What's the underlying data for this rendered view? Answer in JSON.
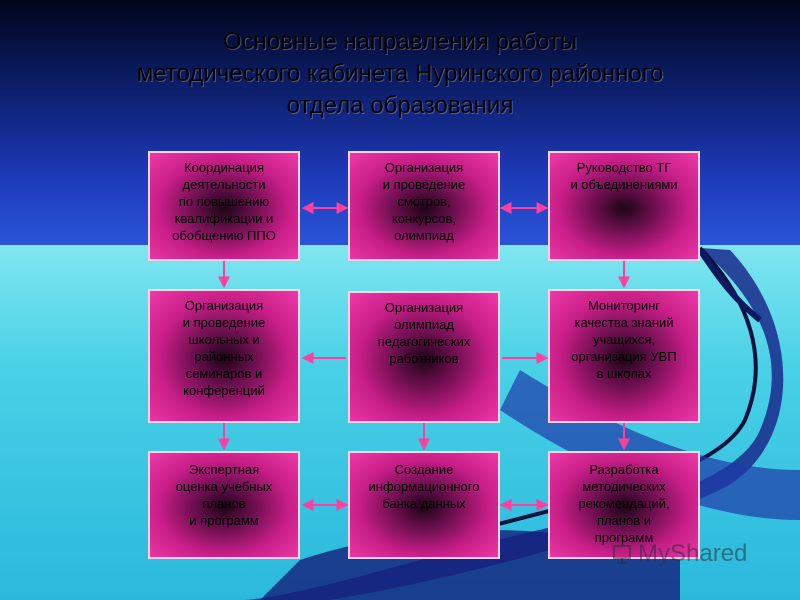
{
  "title": {
    "line1": "Основные направления работы",
    "line2": "методического кабинета Нуринского районного",
    "line3": "отдела образования"
  },
  "boxes": {
    "b1": [
      "Координация",
      "деятельности",
      "по повышению",
      "квалификации и",
      "обобщению ППО"
    ],
    "b2": [
      "Организация",
      "и проведение",
      "смотров,",
      "конкурсов,",
      "олимпиад"
    ],
    "b3": [
      "Руководство ТГ",
      "и объединениями"
    ],
    "b4": [
      "Организация",
      "и проведение",
      "школьных и",
      "районных",
      "семинаров и",
      "конференций"
    ],
    "b5": [
      "Организация",
      "олимпиад",
      "педагогических",
      "работников"
    ],
    "b6": [
      "Мониторинг",
      "качества знаний",
      "учащихся,",
      "организация УВП",
      "в школах"
    ],
    "b7": [
      "Экспертная",
      "оценка учебных",
      "планов",
      "и программ"
    ],
    "b8": [
      "Создание",
      "информационного",
      "банка данных"
    ],
    "b9": [
      "Разработка",
      "методических",
      "рекомендаций,",
      "планов и",
      "программ"
    ]
  },
  "watermark": "MyShared",
  "colors": {
    "box_fill": "#ee3aa6",
    "box_border": "#fbd2e8",
    "arrow": "#ff3fa0",
    "top_bg": "#0a1a5e",
    "bottom_bg": "#48d0e6"
  }
}
